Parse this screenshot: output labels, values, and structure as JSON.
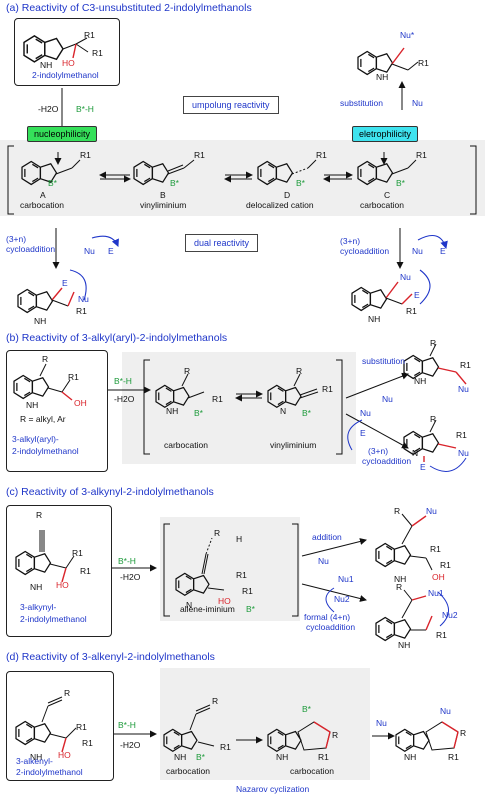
{
  "sections": {
    "a": "(a) Reactivity of C3-unsubstituted 2-indolylmethanols",
    "b": "(b) Reactivity of 3-alkyl(aryl)-2-indolylmethanols",
    "c": "(c) Reactivity of 3-alkynyl-2-indolylmethanols",
    "d": "(d) Reactivity of 3-alkenyl-2-indolylmethanols"
  },
  "a": {
    "substrate": "2-indolylmethanol",
    "reagent": "B*-H",
    "water": "-H2O",
    "umpolung": "umpolung reactivity",
    "nucleophilicity": "nucleophilicity",
    "electrophilicity": "eletrophilicity",
    "dual": "dual reactivity",
    "substitution": "substitution",
    "nu": "Nu",
    "e": "E",
    "nustar": "Nu*",
    "cyclo_left_1": "(3+n)",
    "cyclo_left_2": "cycloaddition",
    "cyclo_right_1": "(3+n)",
    "cyclo_right_2": "cycloaddition",
    "A": "A",
    "B": "B",
    "C": "C",
    "D": "D",
    "carbocation": "carbocation",
    "vinyliminium": "vinyliminium",
    "delocalized": "delocalized cation",
    "carbocation2": "carbocation"
  },
  "b": {
    "substrate_1": "3-alkyl(aryl)-",
    "substrate_2": "2-indolylmethanol",
    "r_def": "R = alkyl, Ar",
    "reagent": "B*-H",
    "water": "-H2O",
    "carbocation": "carbocation",
    "vinyliminium": "vinyliminium",
    "substitution": "substitution",
    "nu": "Nu",
    "e": "E",
    "cyclo_1": "(3+n)",
    "cyclo_2": "cycloaddition"
  },
  "c": {
    "substrate_1": "3-alkynyl-",
    "substrate_2": "2-indolylmethanol",
    "reagent": "B*-H",
    "water": "-H2O",
    "allene": "allene-iminium",
    "addition": "addition",
    "nu": "Nu",
    "nu1": "Nu1",
    "nu2": "Nu2",
    "formal_1": "formal (4+n)",
    "formal_2": "cycloaddition"
  },
  "d": {
    "substrate_1": "3-alkenyl-",
    "substrate_2": "2-indolylmethanol",
    "reagent": "B*-H",
    "water": "-H2O",
    "carbocation_1": "carbocation",
    "carbocation_2": "carbocation",
    "nu": "Nu",
    "nazarov": "Nazarov cyclization"
  },
  "atoms": {
    "R1": "R1",
    "R": "R",
    "HO": "HO",
    "OH": "OH",
    "NH": "NH",
    "N": "N",
    "H": "H",
    "Bstar": "B*"
  },
  "colors": {
    "title_blue": "#1f36c9",
    "label_green": "#1c9a3a",
    "bond_red": "#d9242b",
    "nucleo_green": "#35e05a",
    "electro_cyan": "#3fe3ef",
    "shade_gray": "#efefef"
  }
}
